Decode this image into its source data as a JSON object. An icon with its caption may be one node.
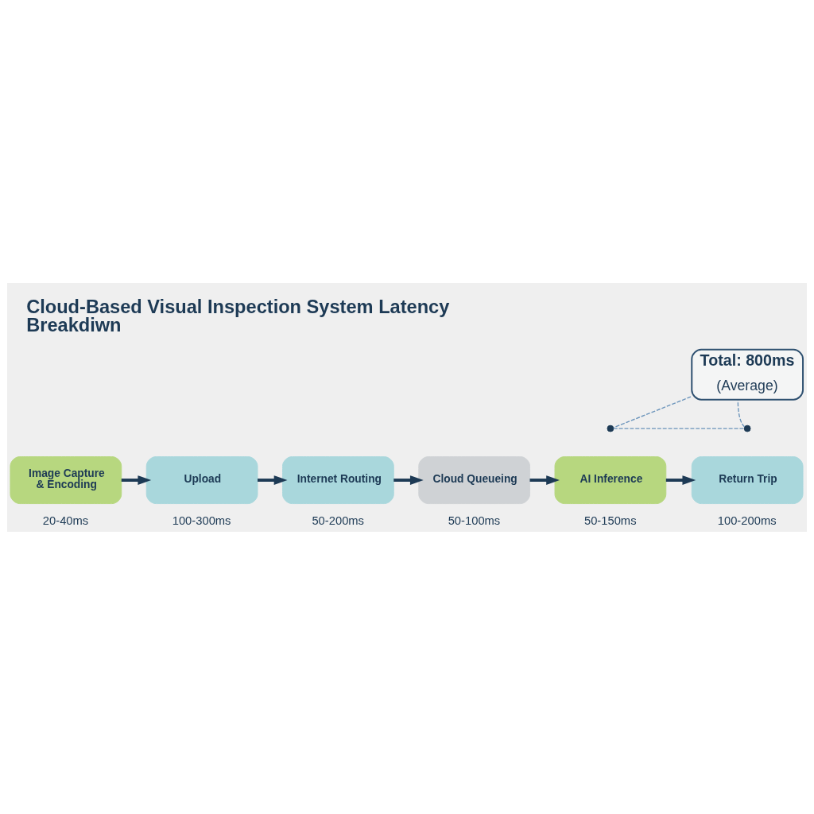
{
  "diagram": {
    "title": "Cloud-Based Visual Inspection System Latency Breakdiwn",
    "nodes": [
      {
        "text": [
          "Image Capture & Encoding"
        ],
        "beside": [
          "20-40ms"
        ]
      },
      {
        "text": [
          "Upload"
        ],
        "beside": [
          "100-300ms"
        ]
      },
      {
        "text": [
          "Internet Routing"
        ],
        "beside": [
          "50-200ms"
        ]
      },
      {
        "text": [
          "Cloud Queueing"
        ],
        "beside": [
          "50-100ms"
        ]
      },
      {
        "text": [
          "AI Inference"
        ],
        "beside": [
          "50-150ms"
        ]
      },
      {
        "text": [
          "Return Trip"
        ],
        "beside": [
          "100-200ms"
        ]
      },
      {
        "text": [
          "Total: 800ms",
          "(Average)"
        ]
      },
      {
        "text": [],
        "shape": "circle"
      },
      {
        "text": [],
        "shape": "circle"
      }
    ],
    "edges": [
      {
        "from": 0,
        "to": 1,
        "arrow": "to"
      },
      {
        "from": 1,
        "to": 2,
        "arrow": "to"
      },
      {
        "from": 2,
        "to": 3,
        "arrow": "to"
      },
      {
        "from": 3,
        "to": 4,
        "arrow": "to"
      },
      {
        "from": 4,
        "to": 5,
        "arrow": "to"
      },
      {
        "from": 6,
        "to": 7,
        "arrow": "none",
        "style": "dashed",
        "color": "#6b94bb"
      },
      {
        "from": 6,
        "to": 8,
        "arrow": "none",
        "style": "dashed",
        "color": "#6b94bb"
      },
      {
        "from": 7,
        "to": 8,
        "arrow": "none",
        "style": "dashed",
        "color": "#6b94bb"
      }
    ]
  }
}
